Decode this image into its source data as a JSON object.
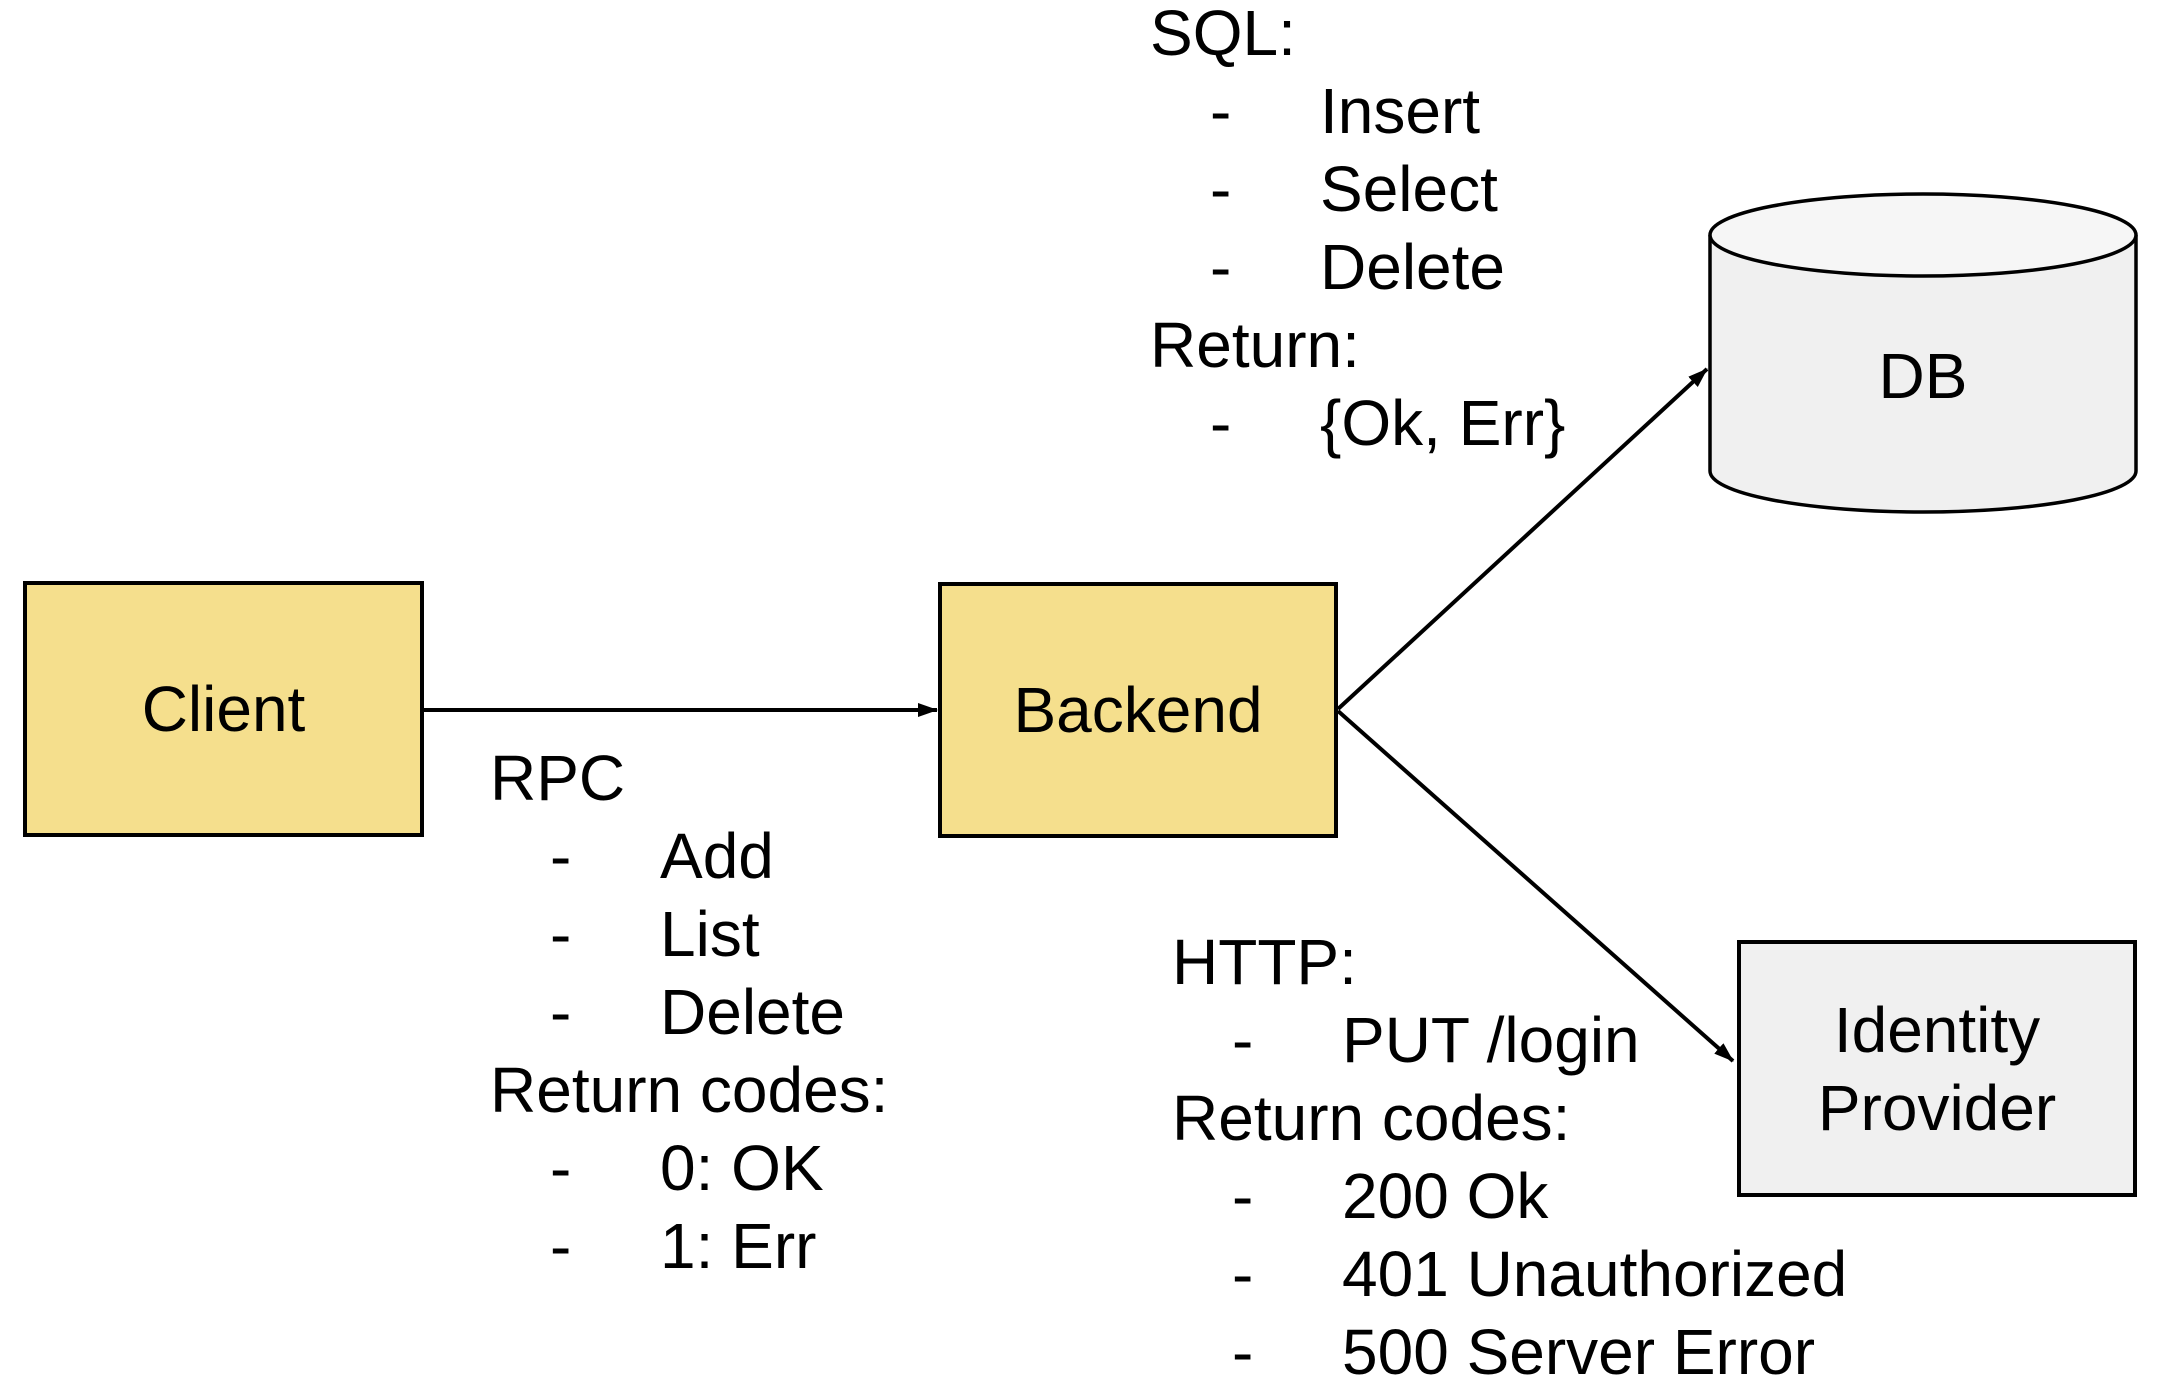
{
  "title": "Client / Backend architecture diagram",
  "colors": {
    "background": "#FFFFFF",
    "node_yellow": "#F5DF8D",
    "node_gray": "#F0F0F0",
    "cylinder_top": "#F6F6F6",
    "ink": "#000000"
  },
  "nodes": {
    "client": {
      "label": "Client",
      "shape": "rect"
    },
    "backend": {
      "label": "Backend",
      "shape": "rect"
    },
    "db": {
      "label": "DB",
      "shape": "cylinder"
    },
    "identity_provider": {
      "label": "Identity Provider",
      "shape": "rect"
    }
  },
  "edges": [
    {
      "from": "Client",
      "to": "Backend"
    },
    {
      "from": "Backend",
      "to": "DB"
    },
    {
      "from": "Backend",
      "to": "Identity Provider"
    }
  ],
  "annotations": {
    "sql": {
      "lines": [
        {
          "type": "header",
          "text": "SQL:"
        },
        {
          "type": "bullet",
          "text": "Insert"
        },
        {
          "type": "bullet",
          "text": "Select"
        },
        {
          "type": "bullet",
          "text": "Delete"
        },
        {
          "type": "header",
          "text": "Return:"
        },
        {
          "type": "bullet",
          "text": "{Ok, Err}"
        }
      ]
    },
    "rpc": {
      "lines": [
        {
          "type": "header",
          "text": "RPC"
        },
        {
          "type": "bullet",
          "text": "Add"
        },
        {
          "type": "bullet",
          "text": "List"
        },
        {
          "type": "bullet",
          "text": "Delete"
        },
        {
          "type": "header",
          "text": "Return codes:"
        },
        {
          "type": "bullet",
          "text": "0: OK"
        },
        {
          "type": "bullet",
          "text": "1: Err"
        }
      ]
    },
    "http": {
      "lines": [
        {
          "type": "header",
          "text": "HTTP:"
        },
        {
          "type": "bullet",
          "text": "PUT /login"
        },
        {
          "type": "header",
          "text": "Return codes:"
        },
        {
          "type": "bullet",
          "text": "200 Ok"
        },
        {
          "type": "bullet",
          "text": "401 Unauthorized"
        },
        {
          "type": "bullet",
          "text": "500 Server Error"
        }
      ]
    }
  }
}
